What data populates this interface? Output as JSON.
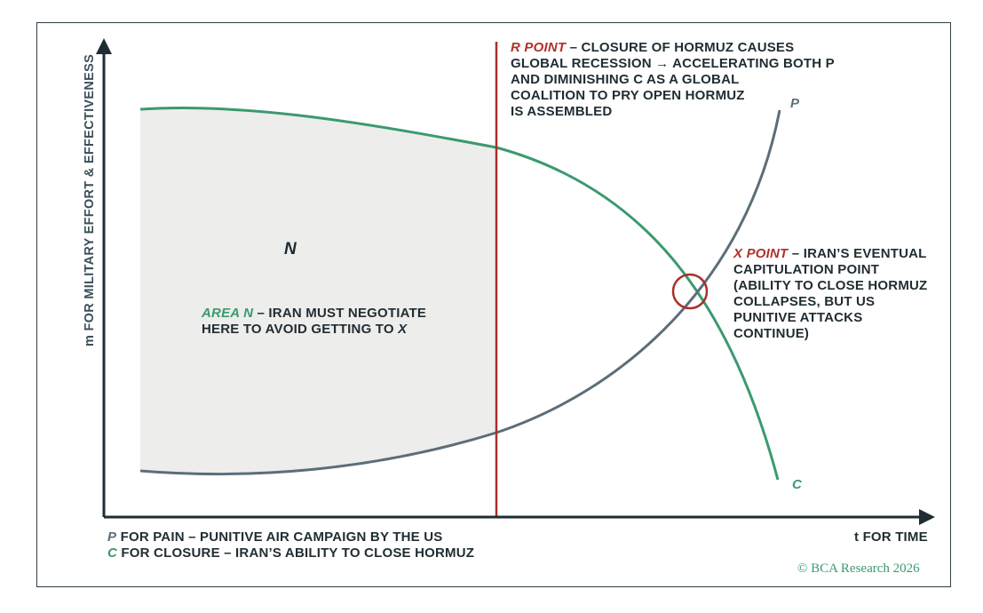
{
  "diagram": {
    "y_axis_label": "m FOR MILITARY EFFORT & EFFECTIVENESS",
    "x_axis_label": "t FOR TIME",
    "area_letter": "N",
    "curve_p_label": "P",
    "curve_c_label": "C",
    "r_point": {
      "title": "R POINT",
      "lines": [
        "– CLOSURE OF HORMUZ CAUSES",
        "GLOBAL RECESSION → ACCELERATING BOTH P",
        "AND DIMINISHING C AS A GLOBAL",
        "COALITION TO PRY OPEN HORMUZ",
        "IS ASSEMBLED"
      ]
    },
    "x_point": {
      "title": "X POINT",
      "lines": [
        "– IRAN’S EVENTUAL",
        "CAPITULATION POINT",
        "(ABILITY TO CLOSE HORMUZ",
        "COLLAPSES, BUT US",
        "PUNITIVE ATTACKS",
        "CONTINUE)"
      ]
    },
    "area_n": {
      "title": "AREA N",
      "line1_rest": " – IRAN MUST NEGOTIATE",
      "line2_pre": "HERE TO AVOID GETTING TO ",
      "line2_var": "X"
    },
    "legend": {
      "p_key": "P",
      "p_text": " FOR PAIN – PUNITIVE AIR CAMPAIGN BY THE US",
      "c_key": "C",
      "c_text": " FOR CLOSURE – IRAN’S ABILITY TO CLOSE HORMUZ"
    },
    "copyright": "© BCA Research 2026",
    "colors": {
      "green_curve": "#3a9a6e",
      "slate_curve": "#5b6e79",
      "red_line": "#a8302a",
      "shade": "#ededeb",
      "axis": "#1f2d33"
    }
  }
}
